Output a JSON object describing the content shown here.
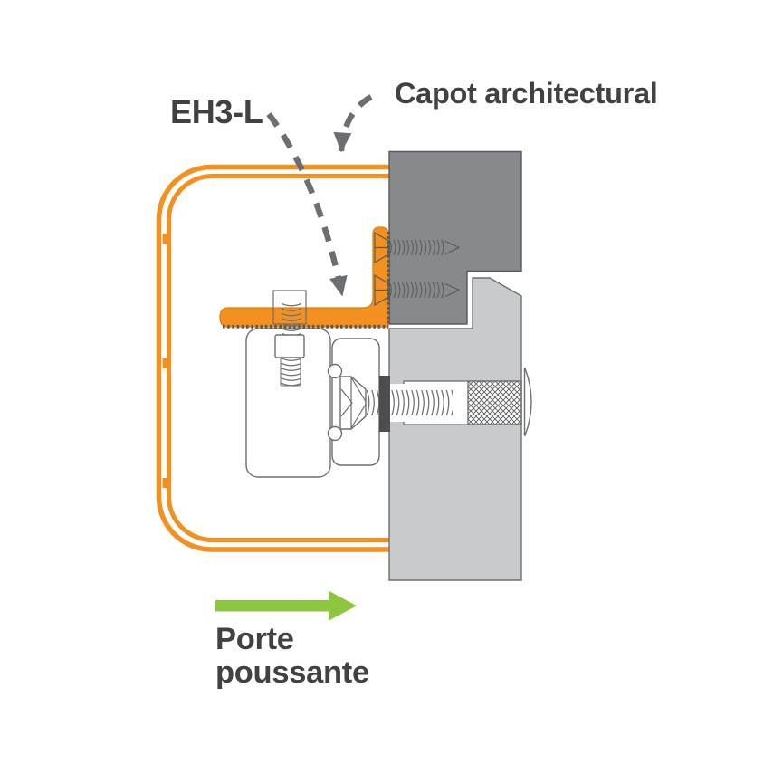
{
  "labels": {
    "bracket": "EH3-L",
    "cover": "Capot architectural",
    "door_push_line1": "Porte",
    "door_push_line2": "poussante"
  },
  "icons": {
    "cover_leader_arrow": "dashed-curved-arrow-down",
    "bracket_leader_arrow": "dashed-curved-arrow-down",
    "door_direction_arrow": "green-arrow-right"
  },
  "colors": {
    "orange": "#F2911F",
    "orange_dark": "#DE7D12",
    "dark_gray": "#87898C",
    "light_gray": "#C9CACC",
    "outline_dark": "#58595B",
    "outline_mid": "#6D6E71",
    "green": "#8CC63F",
    "text": "#414042",
    "washer": "#4D4D4F"
  }
}
